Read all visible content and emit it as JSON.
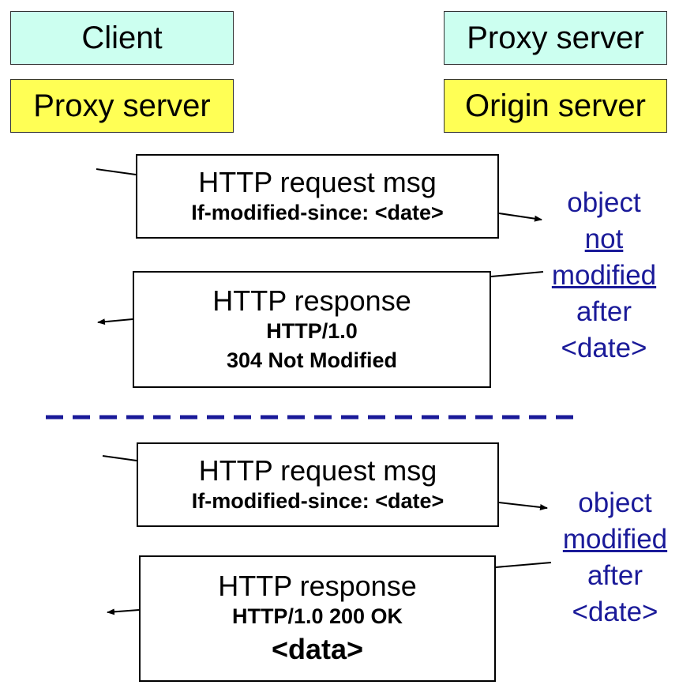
{
  "legend": {
    "client": "Client",
    "proxy_server_left": "Proxy server",
    "proxy_server_right": "Proxy server",
    "origin_server": "Origin server"
  },
  "exchange_not_modified": {
    "request": {
      "title": "HTTP request msg",
      "header": "If-modified-since: <date>"
    },
    "response": {
      "title": "HTTP response",
      "line1": "HTTP/1.0",
      "line2": "304 Not Modified"
    },
    "note": {
      "line1": "object",
      "line2": "not",
      "line3": "modified",
      "line4": "after",
      "line5": "<date>"
    }
  },
  "exchange_modified": {
    "request": {
      "title": "HTTP request msg",
      "header": "If-modified-since: <date>"
    },
    "response": {
      "title": "HTTP response",
      "line1": "HTTP/1.0 200 OK",
      "line2": "<data>"
    },
    "note": {
      "line1": "object",
      "line2": "modified",
      "line3": "after",
      "line4": "<date>"
    }
  },
  "colors": {
    "client_role": "#ccfff0",
    "server_role": "#ffff55",
    "note_text": "#1a1a99",
    "divider": "#1a1a99"
  }
}
